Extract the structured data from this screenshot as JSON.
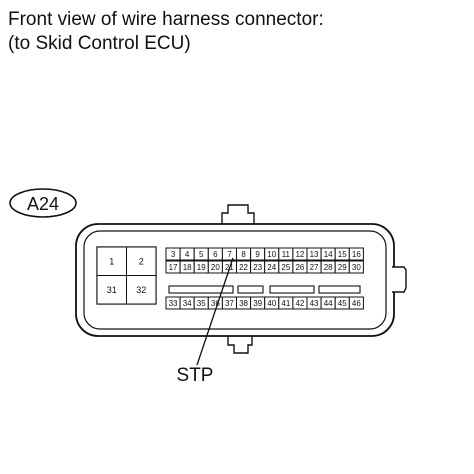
{
  "title": {
    "line1": "Front view of wire harness connector:",
    "line2": "(to Skid Control ECU)"
  },
  "connector": {
    "id": "A24",
    "left_block": [
      "1",
      "2",
      "31",
      "32"
    ],
    "top_row": [
      "3",
      "4",
      "5",
      "6",
      "7",
      "8",
      "9",
      "10",
      "11",
      "12",
      "13",
      "14",
      "15",
      "16"
    ],
    "middle_row": [
      "17",
      "18",
      "19",
      "20",
      "21",
      "22",
      "23",
      "24",
      "25",
      "26",
      "27",
      "28",
      "29",
      "30"
    ],
    "bottom_row": [
      "33",
      "34",
      "35",
      "36",
      "37",
      "38",
      "39",
      "40",
      "41",
      "42",
      "43",
      "44",
      "45",
      "46"
    ],
    "callout": {
      "label": "STP",
      "pin": "7"
    }
  }
}
